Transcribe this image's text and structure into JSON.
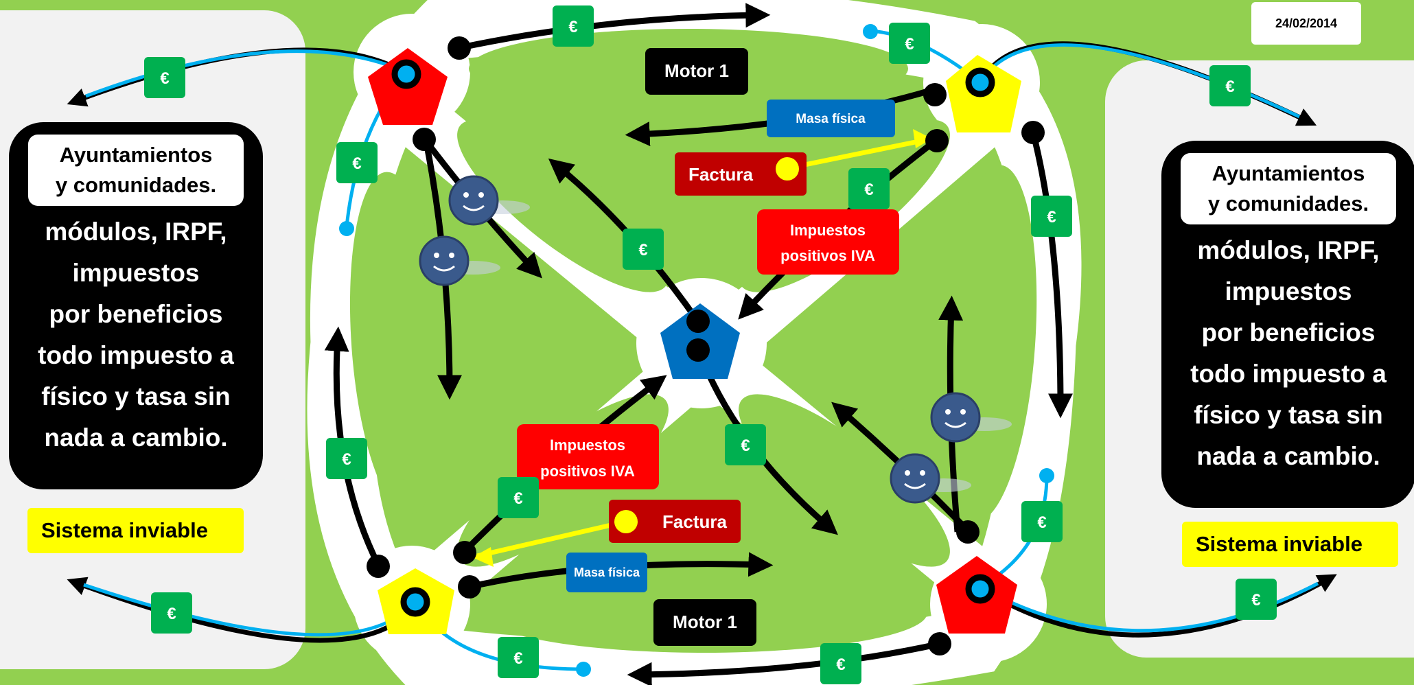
{
  "date": "24/02/2014",
  "euro_symbol": "€",
  "left_panel": {
    "entity": "Ayuntamientos\ny comunidades.",
    "taxes": "módulos, IRPF,\nimpuestos\npor beneficios\ntodo impuesto a\nfísico y tasa sin\nnada a cambio.",
    "status": "Sistema inviable"
  },
  "right_panel": {
    "entity": "Ayuntamientos\ny comunidades.",
    "taxes": "módulos, IRPF,\nimpuestos\npor beneficios\ntodo impuesto a\nfísico y tasa sin\nnada a cambio.",
    "status": "Sistema inviable"
  },
  "labels": {
    "motor_top": "Motor 1",
    "motor_bottom": "Motor 1",
    "masa_top": "Masa física",
    "masa_bottom": "Masa física",
    "factura_top": "Factura",
    "factura_bottom": "Factura",
    "iva_top": [
      "Impuestos",
      "positivos IVA"
    ],
    "iva_bottom": [
      "Impuestos",
      "positivos IVA"
    ]
  },
  "colors": {
    "background": "#92d050",
    "panel": "#f2f2f2",
    "euro_badge": "#00b050",
    "red_label": "#ff0000",
    "dark_red_label": "#c00000",
    "blue_label": "#0070c0",
    "yellow": "#ffff00",
    "node_red": "#ff0000",
    "node_yellow": "#ffff00",
    "node_blue": "#0070c0",
    "cyan_line": "#00b0f0"
  }
}
